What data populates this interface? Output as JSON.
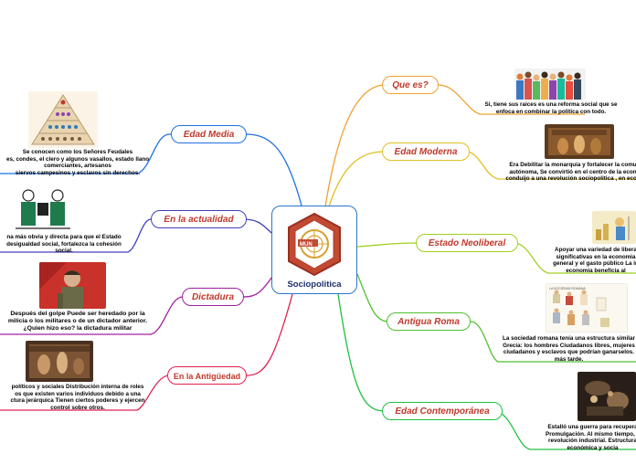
{
  "central": {
    "title": "Sociopolitica"
  },
  "right_branches": [
    {
      "label": "Que es?",
      "color": "#f0a030",
      "text": "Si, tiene sus raices es  una reforma social que se\nenfoca en combinar la politica con todo."
    },
    {
      "label": "Edad Moderna",
      "color": "#e0c020",
      "text": "Era Debilitar la monarquia y fortalecer la comu\nautónoma, Se convirtió en el centro de la econ\nconduijo a una revolución sociopolitica , en  econ"
    },
    {
      "label": "Estado Neoliberal",
      "color": "#a0d020",
      "text": "Apoyar una variedad de libera\nsignificativas en la economia\ngeneral y el gasto público La in\neconomía benefícia al"
    },
    {
      "label": "Antigua Roma",
      "color": "#50c030",
      "text": "La sociedad romana tenía una estructura similar\nGrecia: los hombres Ciudadanos libres, mujeres\nciudadanos y esclavos que podrían ganarselos.\nmás tarde."
    },
    {
      "label": "Edad Contemporánea",
      "color": "#20c040",
      "text": "Estalló una guerra para recupera\nPromulgación. Al mismo tiempo, e\nrevolución industrial. Estructura\neconómica y socia"
    }
  ],
  "left_branches": [
    {
      "label": "Edad Media",
      "color": "#2070e0",
      "text": "Se conocen como los   Señores Feudales\nes, condes, el clero y algunos vasallos, estado llano\ncomerciantes, artesanos\nsiervos campesinos y esclavos sin derechos."
    },
    {
      "label": "En la actualidad",
      "color": "#4040c0",
      "text": "na más obvia y directa para que el Estado\ndesigualdad social, fortalezca la cohesión\nsocial."
    },
    {
      "label": "Dictadura",
      "color": "#a020a0",
      "text": "Después del golpe Puede ser heredado por la\nmilicia o los militares o de un dictador anterior.\n¿Quien hizo eso? la dictadura militar"
    },
    {
      "label": "En la Antigüedad",
      "color": "#e02050",
      "text": "políticos y sociales Distribución interna de roles\nos que existen varios individuos debido a una\nctura jerárquica Tienen ciertos poderes y ejercen\ncontrol sobre otros."
    }
  ]
}
